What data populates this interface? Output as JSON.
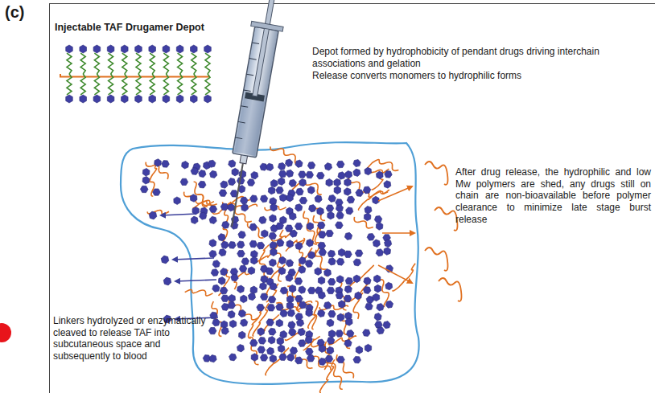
{
  "diagram": {
    "labels": [
      "(c)",
      "Injectable TAF Drugamer Depot",
      "Depot formed by hydrophobicity of pendant drugs driving interchain associations and gelation",
      "Release converts monomers to hydrophilic forms",
      "After drug release, the hydrophilic and low Mw polymers are shed, any drugs still on chain are non-bioavailable before polymer clearance to minimize late stage burst release",
      "Linkers hydrolyzed or enzymatically cleaved to release TAF into subcutaneous space and subsequently to blood"
    ]
  }
}
